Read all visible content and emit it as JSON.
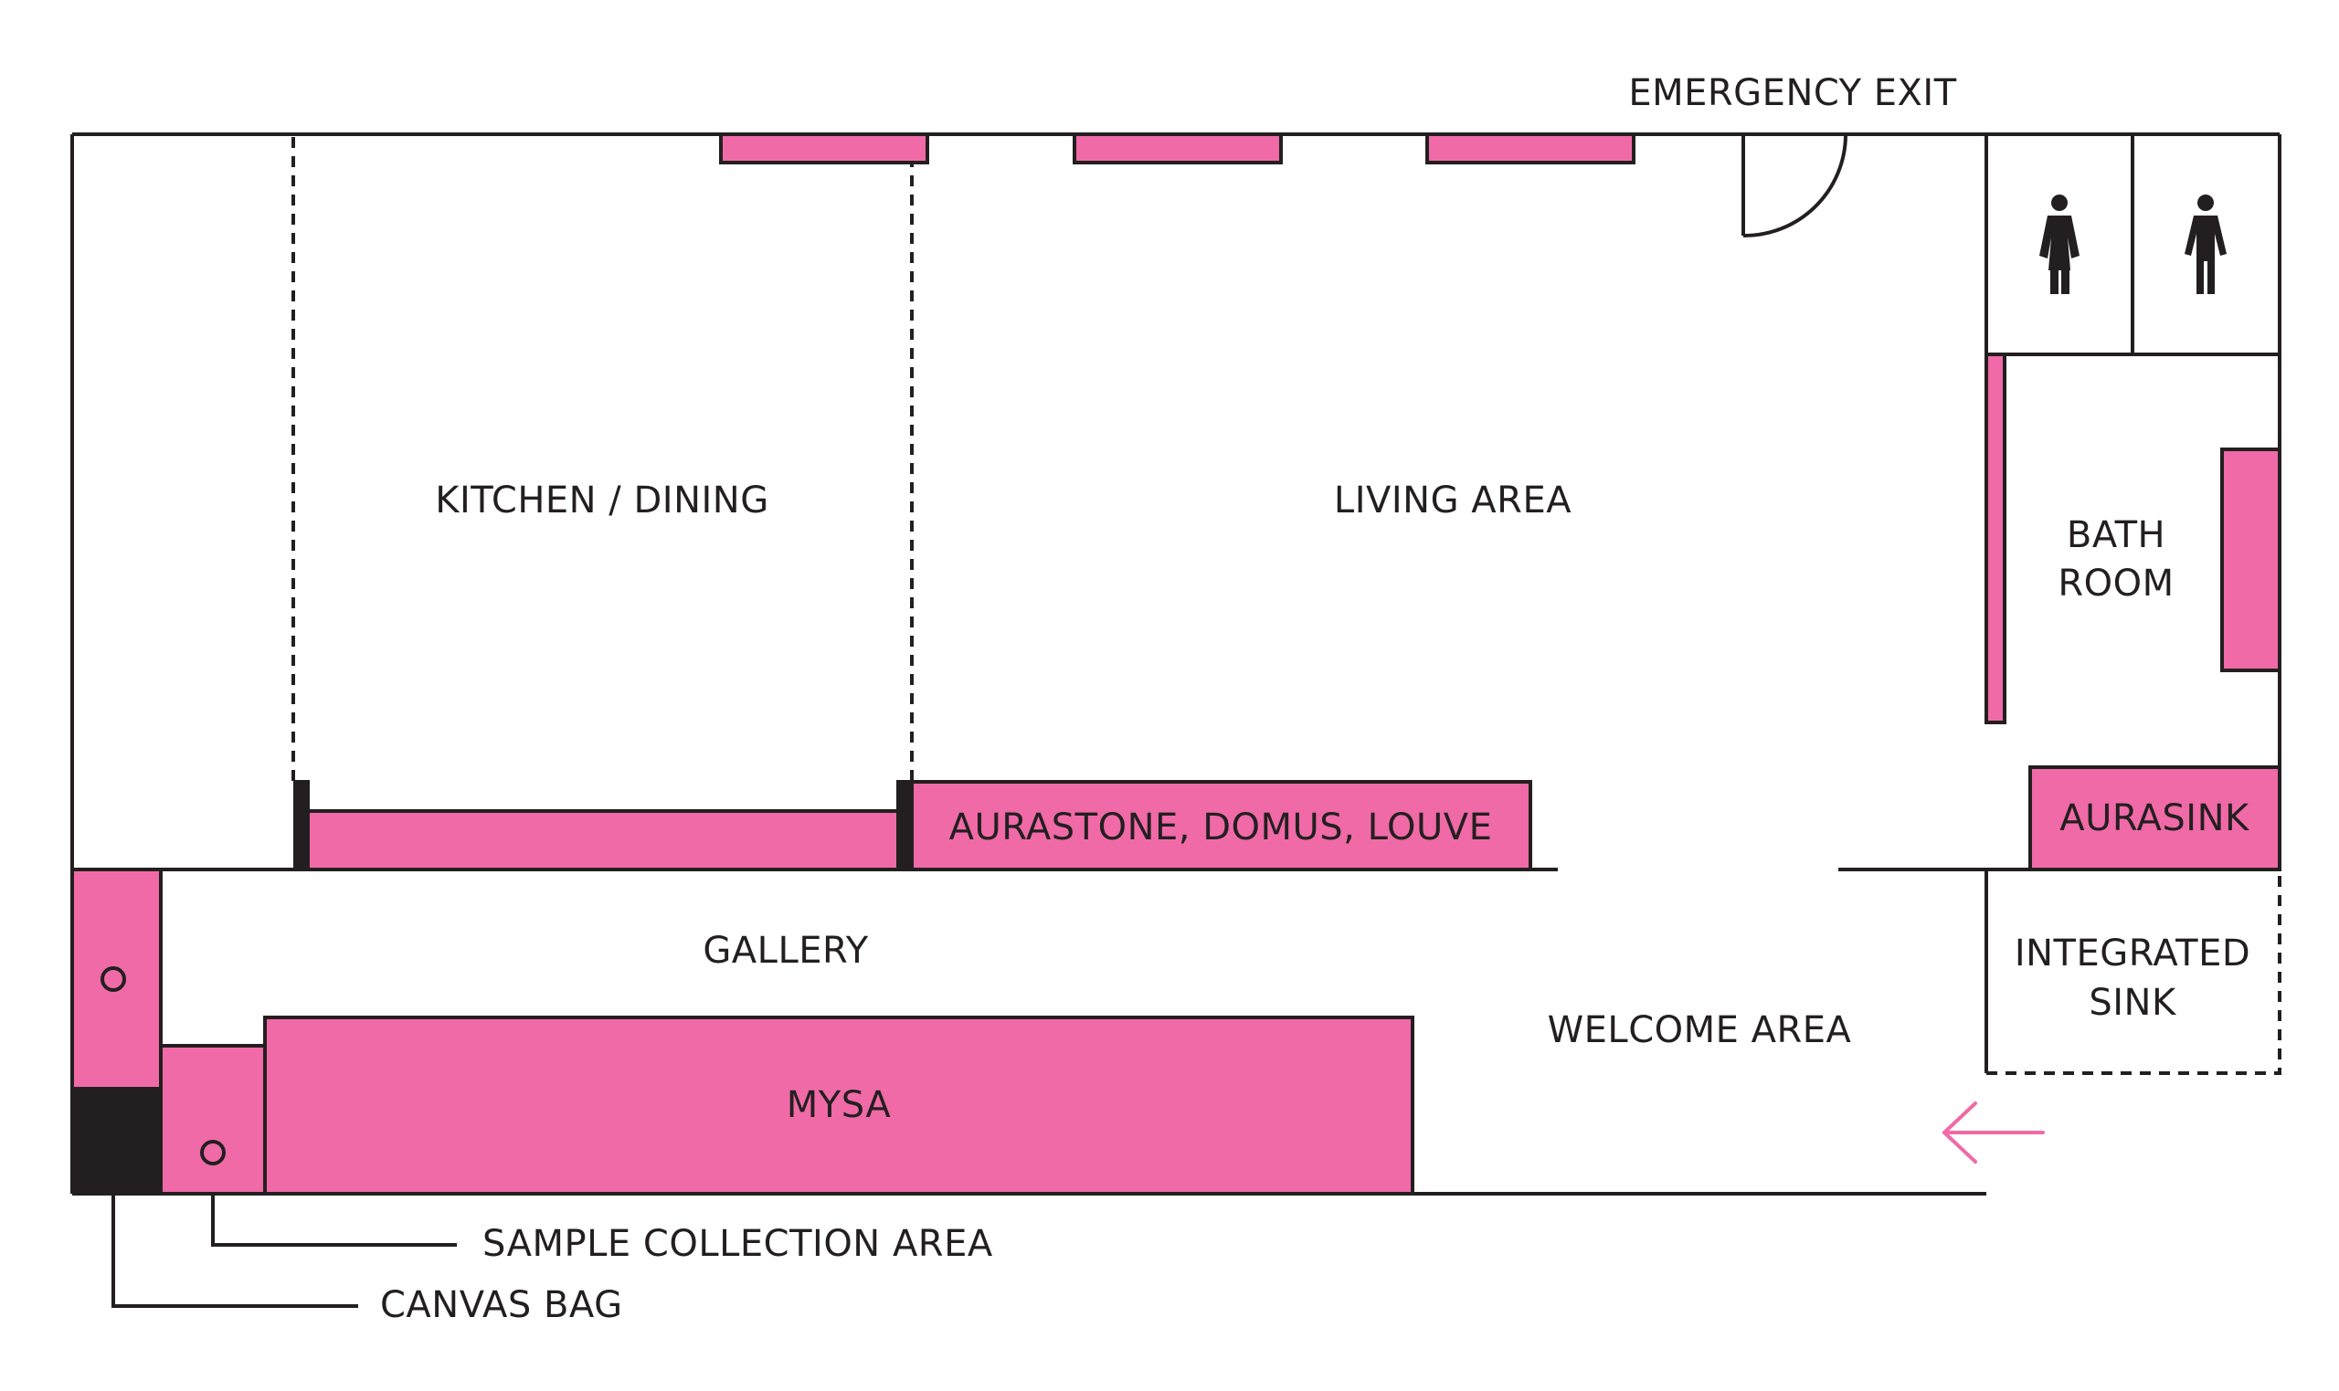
{
  "colors": {
    "ink": "#231f20",
    "fixture": "#f06aa7",
    "background": "#ffffff"
  },
  "labels": {
    "emergency_exit": "EMERGENCY EXIT",
    "kitchen_dining": "KITCHEN / DINING",
    "living_area": "LIVING AREA",
    "bath_room_line1": "BATH",
    "bath_room_line2": "ROOM",
    "aurastone": "AURASTONE, DOMUS, LOUVE",
    "aurasink": "AURASINK",
    "gallery": "GALLERY",
    "integrated_sink_line1": "INTEGRATED",
    "integrated_sink_line2": "SINK",
    "welcome_area": "WELCOME AREA",
    "mysa": "MYSA",
    "sample_collection_area": "SAMPLE COLLECTION AREA",
    "canvas_bag": "CANVAS BAG"
  },
  "icons": [
    "female-restroom-icon",
    "male-restroom-icon",
    "entrance-arrow-icon"
  ]
}
